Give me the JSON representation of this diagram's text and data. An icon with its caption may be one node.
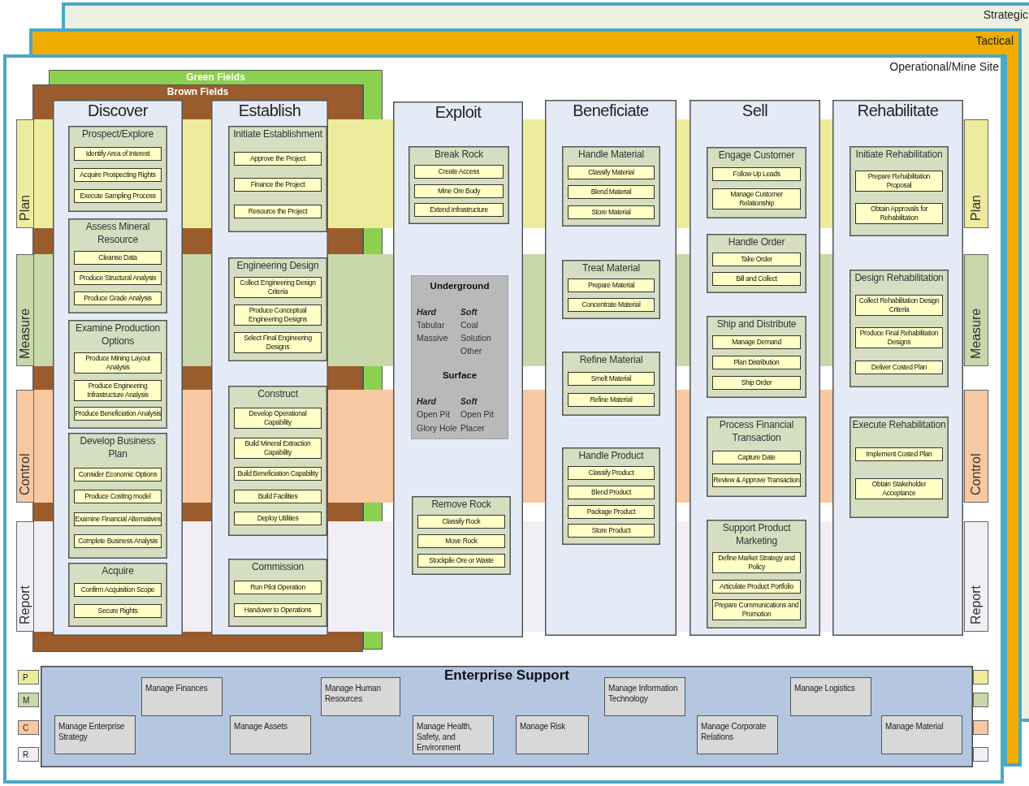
{
  "diagram": {
    "nodes": [
      {
        "text": [
          "Strategic"
        ]
      },
      {
        "text": [
          "Tactical"
        ]
      },
      {
        "text": [
          "Operational/Mine Site"
        ]
      },
      {
        "text": [
          "Green Fields"
        ],
        "in": 2
      },
      {
        "text": [
          "Brown Fields"
        ],
        "in": 2
      },
      {
        "text": [
          "Plan"
        ],
        "in": 2
      },
      {
        "text": [
          "Measure"
        ],
        "in": 2
      },
      {
        "text": [
          "Control"
        ],
        "in": 2
      },
      {
        "text": [
          "Report"
        ],
        "in": 2
      },
      {
        "text": [
          "Discover"
        ],
        "in": 4
      },
      {
        "text": [
          "Prospect/Explore"
        ],
        "in": 9
      },
      {
        "text": [
          "Identify Area of Interest"
        ],
        "in": 10
      },
      {
        "text": [
          "Acquire Prospecting Rights"
        ],
        "in": 10
      },
      {
        "text": [
          "Execute Sampling Process"
        ],
        "in": 10
      },
      {
        "text": [
          "Assess Mineral Resource"
        ],
        "in": 9
      },
      {
        "text": [
          "Cleanse Data"
        ],
        "in": 14
      },
      {
        "text": [
          "Produce Structural Analysis"
        ],
        "in": 14
      },
      {
        "text": [
          "Produce Grade Analysis"
        ],
        "in": 14
      },
      {
        "text": [
          "Examine Production Options"
        ],
        "in": 9
      },
      {
        "text": [
          "Produce Mining Layout Analysis"
        ],
        "in": 18
      },
      {
        "text": [
          "Produce Engineering Infrastructure Analysis"
        ],
        "in": 18
      },
      {
        "text": [
          "Produce Beneficiation Analysis"
        ],
        "in": 18
      },
      {
        "text": [
          "Develop Business Plan"
        ],
        "in": 9
      },
      {
        "text": [
          "Consider Economic Options"
        ],
        "in": 22
      },
      {
        "text": [
          "Produce Costing model"
        ],
        "in": 22
      },
      {
        "text": [
          "Examine Financial Alternatives"
        ],
        "in": 22
      },
      {
        "text": [
          "Complete Business Analysis"
        ],
        "in": 22
      },
      {
        "text": [
          "Acquire"
        ],
        "in": 9
      },
      {
        "text": [
          "Confirm Acquisition Scope"
        ],
        "in": 27
      },
      {
        "text": [
          "Secure Rights"
        ],
        "in": 27
      },
      {
        "text": [
          "Establish"
        ],
        "in": 4
      },
      {
        "text": [
          "Initiate Establishment"
        ],
        "in": 30
      },
      {
        "text": [
          "Approve the Project"
        ],
        "in": 31
      },
      {
        "text": [
          "Finance the Project"
        ],
        "in": 31
      },
      {
        "text": [
          "Resource the Project"
        ],
        "in": 31
      },
      {
        "text": [
          "Engineering Design"
        ],
        "in": 30
      },
      {
        "text": [
          "Collect Engineering Design Criteria"
        ],
        "in": 35
      },
      {
        "text": [
          "Produce Conceptual Engineering Designs"
        ],
        "in": 35
      },
      {
        "text": [
          "Select Final Engineering Designs"
        ],
        "in": 35
      },
      {
        "text": [
          "Construct"
        ],
        "in": 30
      },
      {
        "text": [
          "Develop Operational Capability"
        ],
        "in": 39
      },
      {
        "text": [
          "Build Mineral Extraction Capability"
        ],
        "in": 39
      },
      {
        "text": [
          "Build Beneficiation Capability"
        ],
        "in": 39
      },
      {
        "text": [
          "Build Facilities"
        ],
        "in": 39
      },
      {
        "text": [
          "Deploy Utilities"
        ],
        "in": 39
      },
      {
        "text": [
          "Commission"
        ],
        "in": 30
      },
      {
        "text": [
          "Run Pilot Operation"
        ],
        "in": 45
      },
      {
        "text": [
          "Handover to Operations"
        ],
        "in": 45
      },
      {
        "text": [
          "Exploit"
        ],
        "in": 2
      },
      {
        "text": [
          "Break Rock"
        ],
        "in": 48
      },
      {
        "text": [
          "Create Access"
        ],
        "in": 49
      },
      {
        "text": [
          "Mine Ore Body"
        ],
        "in": 49
      },
      {
        "text": [
          "Extend Infrastructure"
        ],
        "in": 49
      },
      {
        "text": [
          "Underground",
          "Hard",
          "Soft",
          "Tabular",
          "Coal",
          "Massive",
          "Solution",
          "Other",
          "Surface",
          "Hard",
          "Soft",
          "Open Pit",
          "Open Pit",
          "Glory Hole",
          "Placer"
        ],
        "in": 48
      },
      {
        "text": [
          "Remove Rock"
        ],
        "in": 48
      },
      {
        "text": [
          "Classify Rock"
        ],
        "in": 54
      },
      {
        "text": [
          "Move Rock"
        ],
        "in": 54
      },
      {
        "text": [
          "Stockpile Ore or Waste"
        ],
        "in": 54
      },
      {
        "text": [
          "Beneficiate"
        ],
        "in": 2
      },
      {
        "text": [
          "Handle Material"
        ],
        "in": 58
      },
      {
        "text": [
          "Classify Material"
        ],
        "in": 59
      },
      {
        "text": [
          "Blend Material"
        ],
        "in": 59
      },
      {
        "text": [
          "Store Material"
        ],
        "in": 59
      },
      {
        "text": [
          "Treat Material"
        ],
        "in": 58
      },
      {
        "text": [
          "Prepare Material"
        ],
        "in": 63
      },
      {
        "text": [
          "Concentrate Material"
        ],
        "in": 63
      },
      {
        "text": [
          "Refine Material"
        ],
        "in": 58
      },
      {
        "text": [
          "Smelt Material"
        ],
        "in": 66
      },
      {
        "text": [
          "Refine Material"
        ],
        "in": 66
      },
      {
        "text": [
          "Handle Product"
        ],
        "in": 58
      },
      {
        "text": [
          "Classify Product"
        ],
        "in": 69
      },
      {
        "text": [
          "Blend Product"
        ],
        "in": 69
      },
      {
        "text": [
          "Package Product"
        ],
        "in": 69
      },
      {
        "text": [
          "Store Product"
        ],
        "in": 69
      },
      {
        "text": [
          "Sell"
        ],
        "in": 2
      },
      {
        "text": [
          "Engage Customer"
        ],
        "in": 74
      },
      {
        "text": [
          "Follow Up Leads"
        ],
        "in": 75
      },
      {
        "text": [
          "Manage Customer Relationship"
        ],
        "in": 75
      },
      {
        "text": [
          "Handle Order"
        ],
        "in": 74
      },
      {
        "text": [
          "Take Order"
        ],
        "in": 78
      },
      {
        "text": [
          "Bill and Collect"
        ],
        "in": 78
      },
      {
        "text": [
          "Ship and Distribute"
        ],
        "in": 74
      },
      {
        "text": [
          "Manage Demand"
        ],
        "in": 81
      },
      {
        "text": [
          "Plan Distribution"
        ],
        "in": 81
      },
      {
        "text": [
          "Ship Order"
        ],
        "in": 81
      },
      {
        "text": [
          "Process Financial Transaction"
        ],
        "in": 74
      },
      {
        "text": [
          "Capture Date"
        ],
        "in": 85
      },
      {
        "text": [
          "Review & Approve Transaction"
        ],
        "in": 85
      },
      {
        "text": [
          "Support Product Marketing"
        ],
        "in": 74
      },
      {
        "text": [
          "Define Market Strategy and Policy"
        ],
        "in": 88
      },
      {
        "text": [
          "Articulate Product Portfolio"
        ],
        "in": 88
      },
      {
        "text": [
          "Prepare Communications and Promotion"
        ],
        "in": 88
      },
      {
        "text": [
          "Rehabilitate"
        ],
        "in": 2
      },
      {
        "text": [
          "Initiate Rehabilitation"
        ],
        "in": 92
      },
      {
        "text": [
          "Prepare Rehabilitation Proposal"
        ],
        "in": 93
      },
      {
        "text": [
          "Obtain Approvals for Rehabilitation"
        ],
        "in": 93
      },
      {
        "text": [
          "Design Rehabilitation"
        ],
        "in": 92
      },
      {
        "text": [
          "Collect Rehabilitation Design Criteria"
        ],
        "in": 96
      },
      {
        "text": [
          "Produce Final Rehabilitation Designs"
        ],
        "in": 96
      },
      {
        "text": [
          "Deliver Costed Plan"
        ],
        "in": 96
      },
      {
        "text": [
          "Execute Rehabilitation"
        ],
        "in": 92
      },
      {
        "text": [
          "Implement Costed  Plan"
        ],
        "in": 100
      },
      {
        "text": [
          "Obtain Stakeholder Acceptance"
        ],
        "in": 100
      },
      {
        "text": [
          "P"
        ],
        "in": 2
      },
      {
        "text": [
          "M"
        ],
        "in": 2
      },
      {
        "text": [
          "C"
        ],
        "in": 2
      },
      {
        "text": [
          "R"
        ],
        "in": 2
      },
      {
        "text": [
          "Enterprise Support"
        ],
        "in": 2
      },
      {
        "text": [
          "Manage Enterprise Strategy"
        ],
        "in": 107
      },
      {
        "text": [
          "Manage Finances"
        ],
        "in": 107
      },
      {
        "text": [
          "Manage Assets"
        ],
        "in": 107
      },
      {
        "text": [
          "Manage Human Resources"
        ],
        "in": 107
      },
      {
        "text": [
          "Manage Health, Safety, and Environment"
        ],
        "in": 107
      },
      {
        "text": [
          "Manage Risk"
        ],
        "in": 107
      },
      {
        "text": [
          "Manage Information Technology"
        ],
        "in": 107
      },
      {
        "text": [
          "Manage Corporate Relations"
        ],
        "in": 107
      },
      {
        "text": [
          "Manage Logistics"
        ],
        "in": 107
      },
      {
        "text": [
          "Manage Material"
        ],
        "in": 107
      },
      {
        "text": [],
        "shape": "box",
        "in": 2
      },
      {
        "text": [],
        "shape": "box",
        "in": 2
      },
      {
        "text": [],
        "shape": "box",
        "in": 2
      },
      {
        "text": [],
        "shape": "box",
        "in": 2
      },
      {
        "text": [
          "Plan"
        ],
        "in": 2
      },
      {
        "text": [
          "Measure"
        ],
        "in": 2
      },
      {
        "text": [
          "Control"
        ],
        "in": 2
      },
      {
        "text": [
          "Report"
        ],
        "in": 2
      }
    ]
  }
}
